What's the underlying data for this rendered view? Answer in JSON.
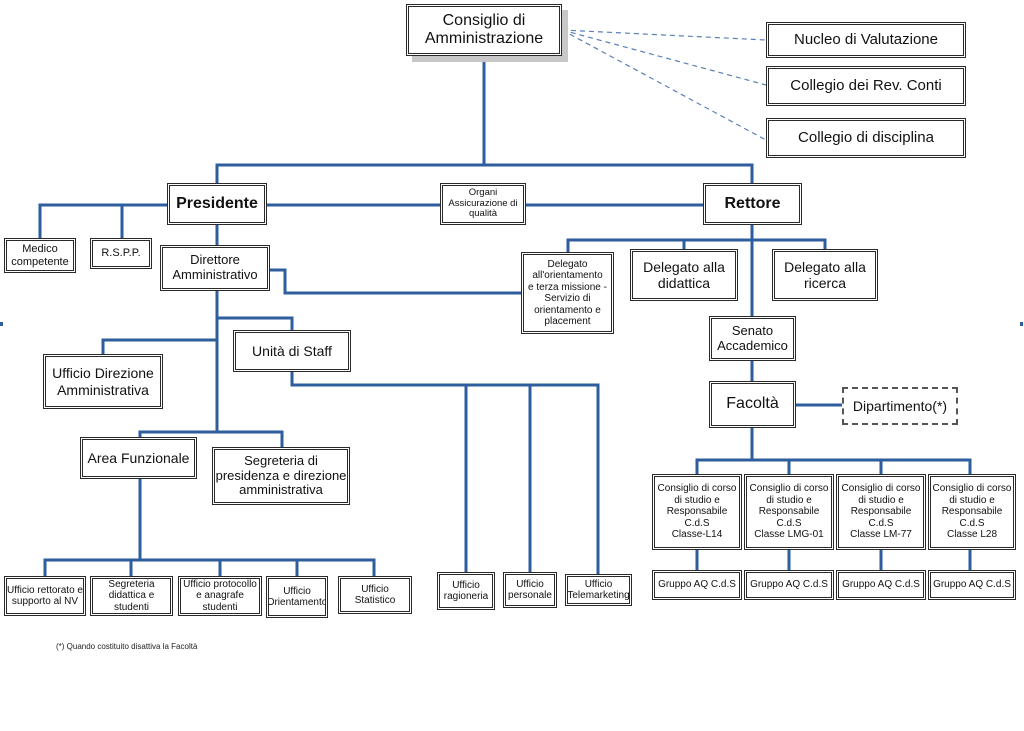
{
  "nodes": {
    "consiglio": "Consiglio di\nAmministrazione",
    "nucleo": "Nucleo di Valutazione",
    "collegio_rev": "Collegio dei Rev. Conti",
    "collegio_disc": "Collegio di disciplina",
    "presidente": "Presidente",
    "organi": "Organi\nAssicurazione di\nqualità",
    "rettore": "Rettore",
    "medico": "Medico\ncompetente",
    "rspp": "R.S.P.P.",
    "direttore": "Direttore\nAmministrativo",
    "delegato_orient": "Delegato\nall'orientamento\ne terza missione -\nServizio di\norientamento e\nplacement",
    "delegato_didattica": "Delegato alla\ndidattica",
    "delegato_ricerca": "Delegato alla\nricerca",
    "unita_staff": "Unità di Staff",
    "senato": "Senato\nAccademico",
    "ufficio_direzione": "Ufficio Direzione\nAmministrativa",
    "facolta": "Facoltà",
    "dipartimento": "Dipartimento(*)",
    "area_funzionale": "Area Funzionale",
    "segreteria_presidenza": "Segreteria di\npresidenza e direzione\namministrativa",
    "consiglio_l14": "Consiglio di corso\ndi studio e\nResponsabile\nC.d.S\nClasse-L14",
    "consiglio_lmg01": "Consiglio di corso\ndi studio e\nResponsabile\nC.d.S\nClasse LMG-01",
    "consiglio_lm77": "Consiglio di corso\ndi studio e\nResponsabile\nC.d.S\nClasse LM-77",
    "consiglio_l28": "Consiglio di corso\ndi studio e\nResponsabile\nC.d.S\nClasse L28",
    "gruppo_aq_1": "Gruppo AQ C.d.S",
    "gruppo_aq_2": "Gruppo AQ C.d.S",
    "gruppo_aq_3": "Gruppo AQ C.d.S",
    "gruppo_aq_4": "Gruppo AQ C.d.S",
    "uff_rettorato": "Ufficio rettorato e\nsupporto al NV",
    "uff_segreteria_didattica": "Segreteria\ndidattica e\nstudenti",
    "uff_protocollo": "Ufficio protocollo\ne anagrafe\nstudenti",
    "uff_orientamento": "Ufficio\nOrientamento",
    "uff_statistico": "Ufficio\nStatistico",
    "uff_ragioneria": "Ufficio\nragioneria",
    "uff_personale": "Ufficio\npersonale",
    "uff_telemarketing": "Ufficio\nTelemarketing"
  },
  "footnote": "(*) Quando costituito disattiva la Facoltà",
  "colors": {
    "connector": "#2e5e9e",
    "border": "#2a2a2a",
    "shadow": "#c8c8c8"
  }
}
